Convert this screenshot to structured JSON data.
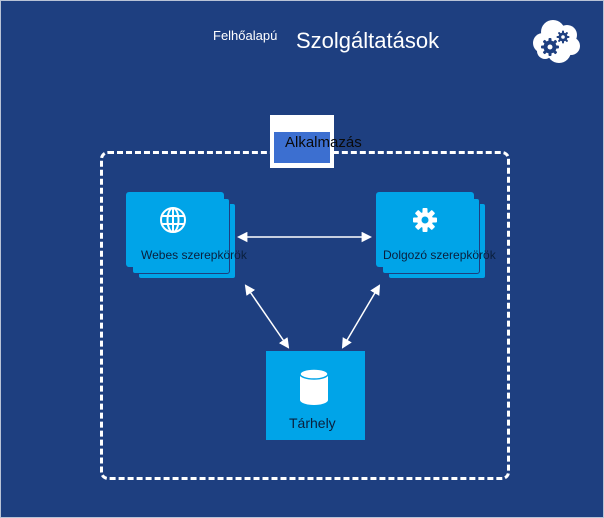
{
  "header": {
    "title_prefix": "Felhőalapú",
    "title_main": "Szolgáltatások",
    "corner_icon": "cloud-gears-icon"
  },
  "diagram": {
    "application": {
      "label": "Alkalmazás"
    },
    "web_roles": {
      "label": "Webes szerepkörök",
      "icon": "globe-icon"
    },
    "worker_roles": {
      "label": "Dolgozó szerepkörök",
      "icon": "gear-icon"
    },
    "storage": {
      "label": "Tárhely",
      "icon": "database-icon"
    },
    "connections": [
      {
        "from": "web_roles",
        "to": "worker_roles",
        "style": "bidirectional-arrow"
      },
      {
        "from": "web_roles",
        "to": "storage",
        "style": "bidirectional-arrow"
      },
      {
        "from": "worker_roles",
        "to": "storage",
        "style": "bidirectional-arrow"
      }
    ]
  },
  "colors": {
    "background": "#1e3f80",
    "tile": "#00a4e8",
    "application_fill": "#3c6fd0",
    "text_on_tile": "#0a1f3c",
    "lines": "#ffffff"
  }
}
